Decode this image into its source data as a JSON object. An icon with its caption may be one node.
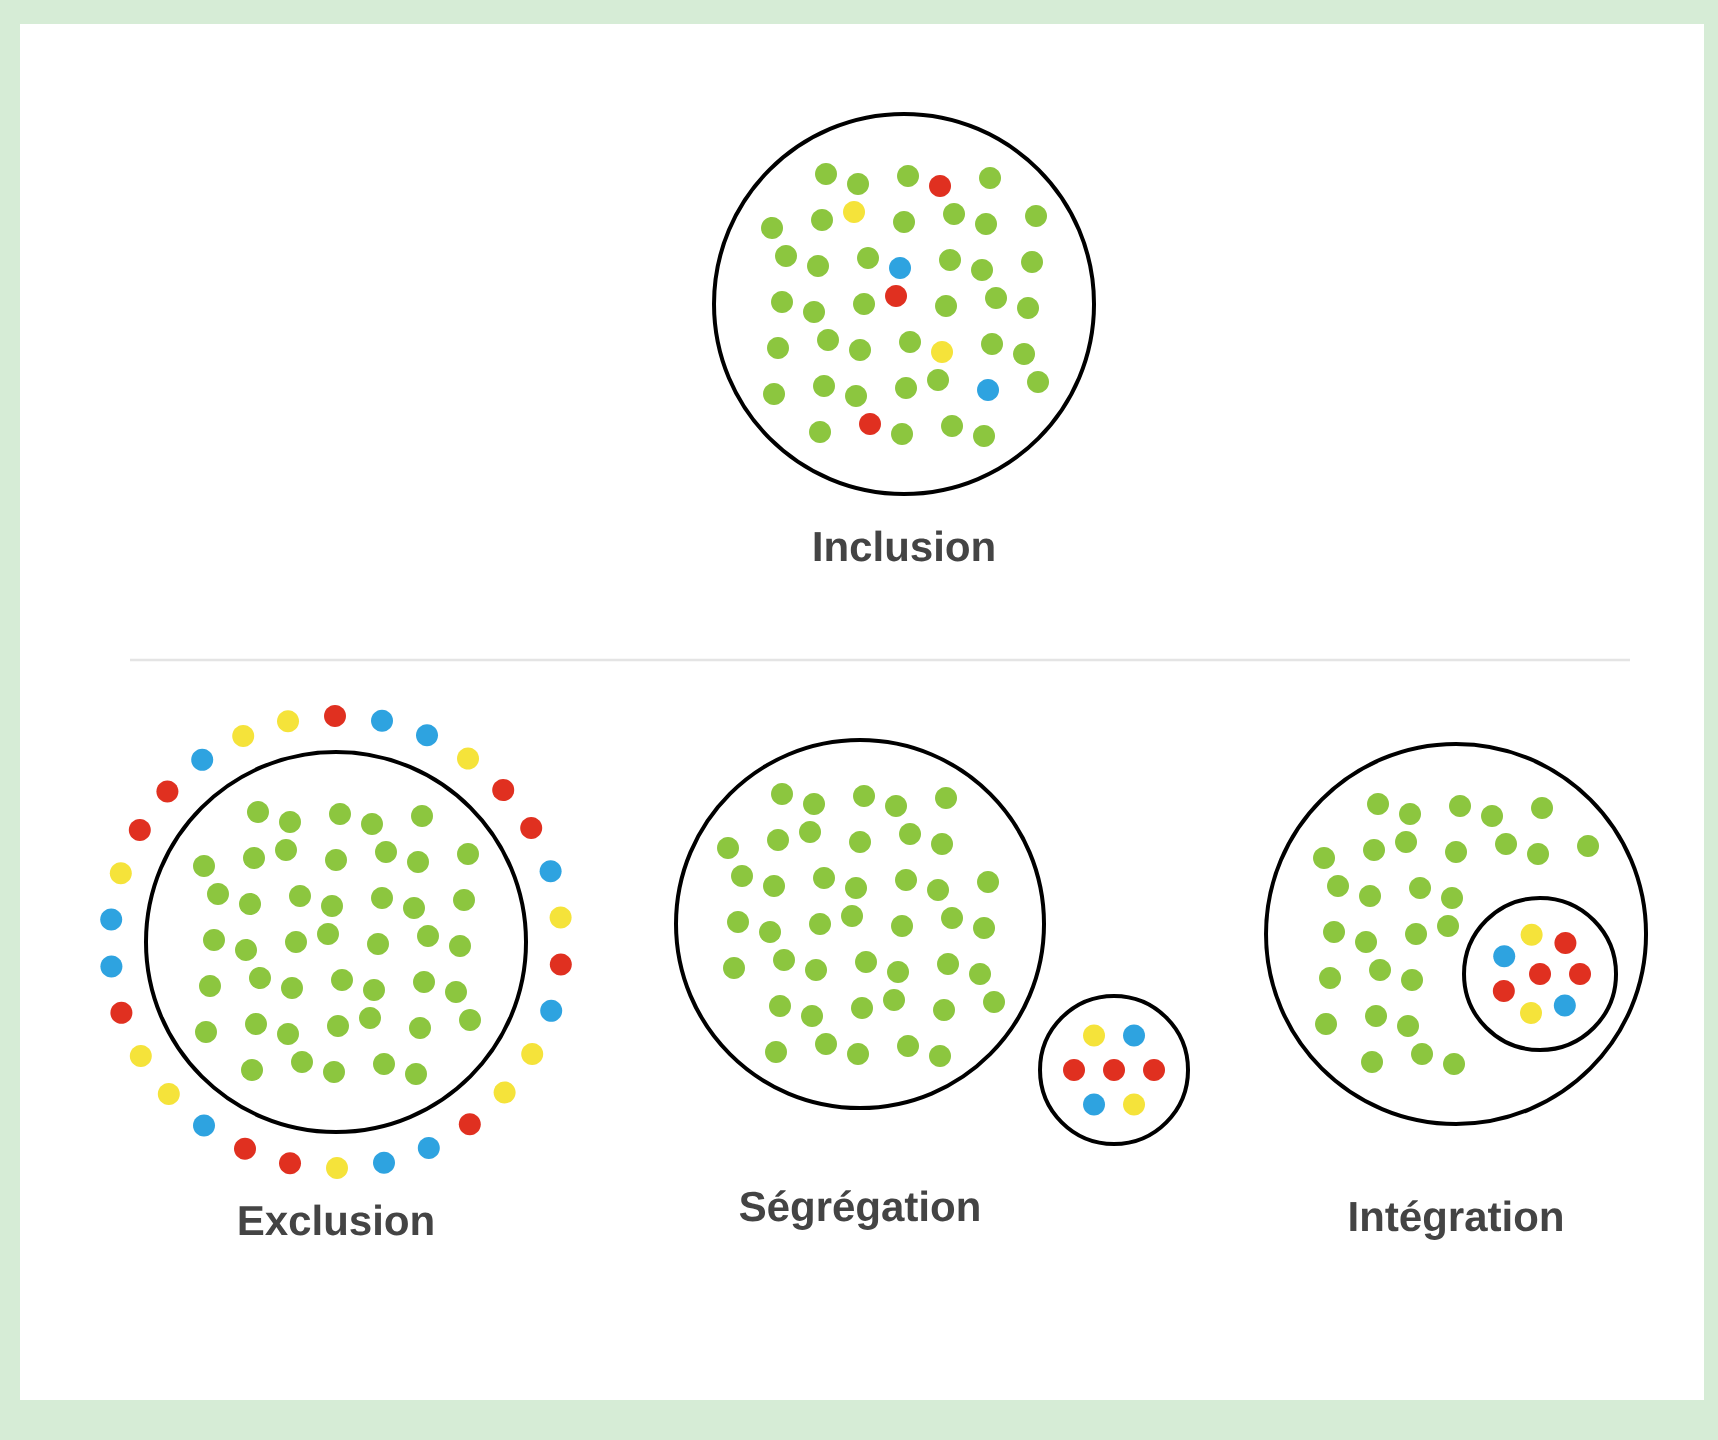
{
  "diagram": {
    "nodes": [
      {
        "text": [
          "Inclusion"
        ]
      },
      {
        "text": [
          "Exclusion"
        ]
      },
      {
        "text": [
          "Ségrégation"
        ]
      },
      {
        "text": [],
        "shape": "circle"
      },
      {
        "text": [
          "Intégration"
        ]
      },
      {
        "text": [],
        "shape": "circle",
        "in": 4
      }
    ],
    "edges": []
  }
}
